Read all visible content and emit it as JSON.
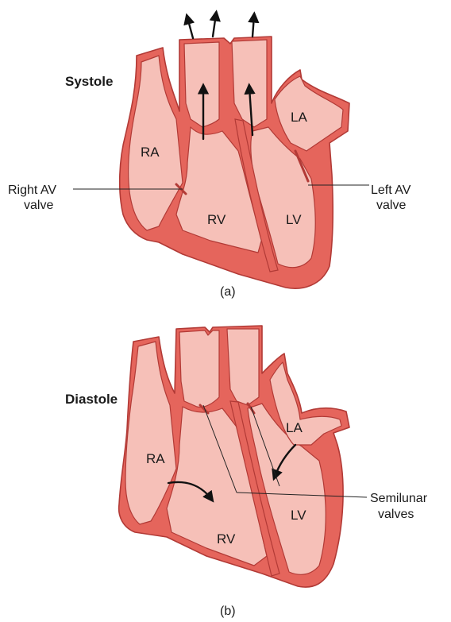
{
  "panel_a": {
    "title": "Systole",
    "labels": {
      "ra": "RA",
      "rv": "RV",
      "lv": "LV",
      "la": "LA"
    },
    "callout_right_line1": "Right AV",
    "callout_right_line2": "valve",
    "callout_left_line1": "Left AV",
    "callout_left_line2": "valve",
    "caption": "(a)"
  },
  "panel_b": {
    "title": "Diastole",
    "labels": {
      "ra": "RA",
      "rv": "RV",
      "lv": "LV",
      "la": "LA"
    },
    "callout_line1": "Semilunar",
    "callout_line2": "valves",
    "caption": "(b)"
  },
  "colors": {
    "wall": "#e5655c",
    "lumen": "#f6c0b8",
    "outline": "#b23a36"
  }
}
